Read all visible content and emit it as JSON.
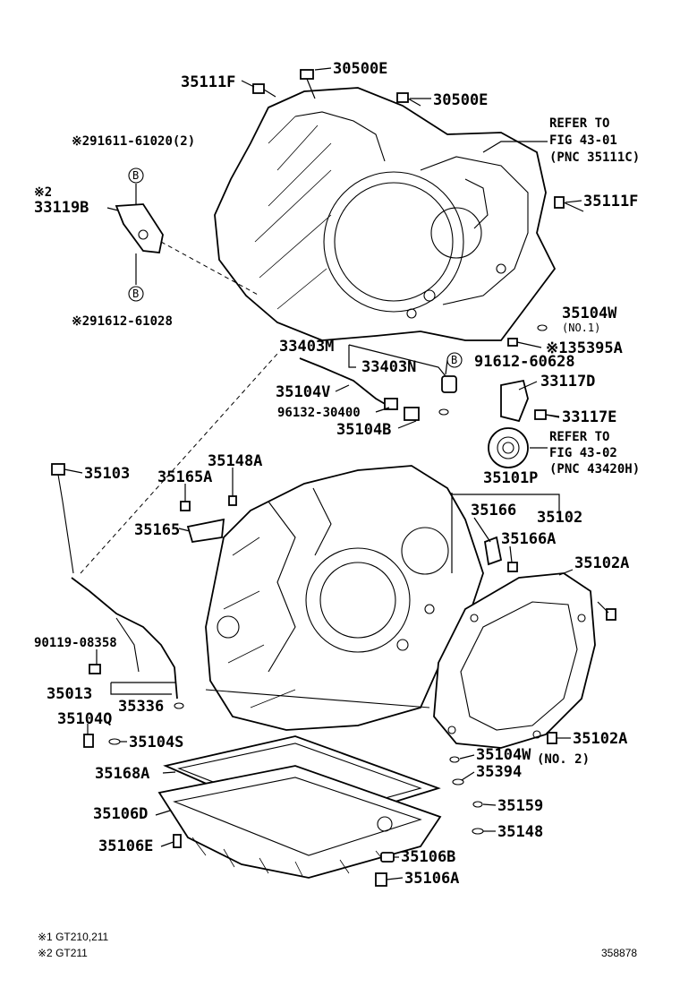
{
  "callouts": {
    "c30500E_top": "30500E",
    "c35111F_top": "35111F",
    "c30500E_mid": "30500E",
    "refer1_a": "REFER TO",
    "refer1_b": "FIG 43-01",
    "refer1_c": "(PNC 35111C)",
    "c291611": "※291611-61020(2)",
    "c2mark": "※2",
    "c33119B": "33119B",
    "c35111F_right": "35111F",
    "c291612": "※291612-61028",
    "c35104W_no1": "35104W",
    "c35104W_no1_sub": "(NO.1)",
    "c35395A": "※135395A",
    "c33403M": "33403M",
    "c33403N": "33403N",
    "c91612": "91612-60628",
    "c33117D": "33117D",
    "c35104V": "35104V",
    "c96132": "96132-30400",
    "c33117E": "33117E",
    "c35104B": "35104B",
    "refer2_a": "REFER TO",
    "refer2_b": "FIG 43-02",
    "refer2_c": "(PNC 43420H)",
    "c35103": "35103",
    "c35148A": "35148A",
    "c35165A": "35165A",
    "c35101P": "35101P",
    "c35166": "35166",
    "c35102": "35102",
    "c35165": "35165",
    "c35166A": "35166A",
    "c35102A_top": "35102A",
    "c90119": "90119-08358",
    "c35013": "35013",
    "c35336": "35336",
    "c35104Q": "35104Q",
    "c35104S": "35104S",
    "c35102A_bot": "35102A",
    "c35104W_no2": "35104W",
    "c35104W_no2_sub": "(NO. 2)",
    "c35168A": "35168A",
    "c35394": "35394",
    "c35159": "35159",
    "c35106D": "35106D",
    "c35148": "35148",
    "c35106E": "35106E",
    "c35106B": "35106B",
    "c35106A": "35106A"
  },
  "bolt_marker": "B",
  "footnotes": {
    "note1": "※1 GT210,211",
    "note2": "※2 GT211",
    "diagram_no": "358878"
  }
}
